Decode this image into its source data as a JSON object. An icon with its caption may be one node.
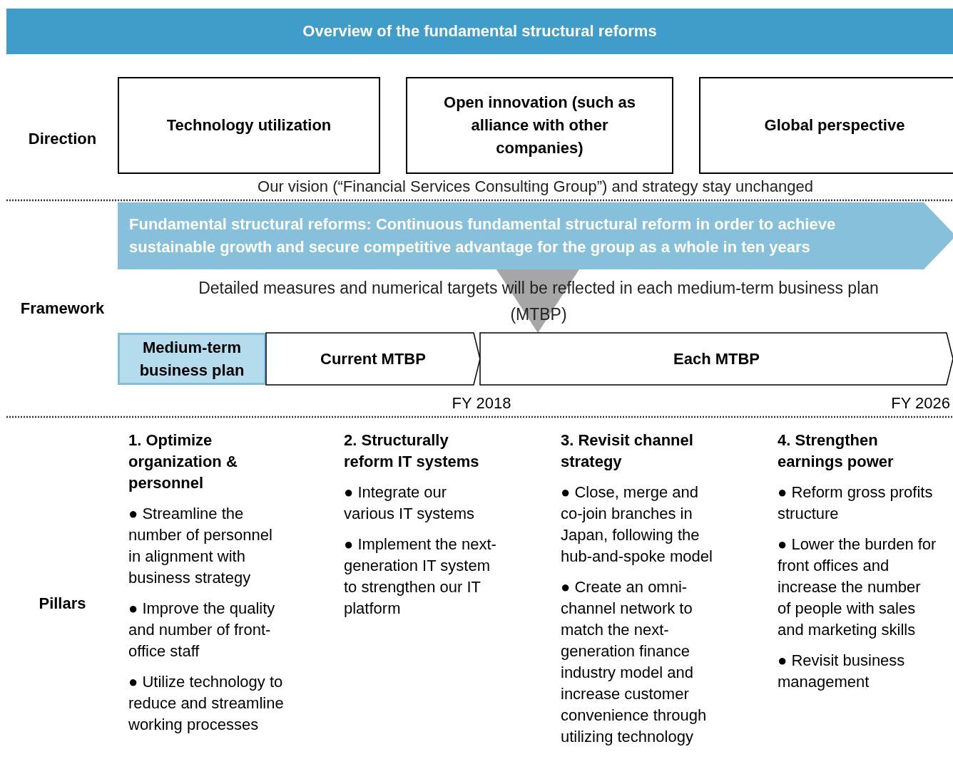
{
  "diagram": {
    "title": "Overview of the fundamental structural reforms",
    "nodes": [
      {
        "text": [
          "Technology utilization"
        ]
      },
      {
        "text": [
          "Open innovation (such as alliance with other companies)"
        ]
      },
      {
        "text": [
          "Global perspective"
        ]
      },
      {
        "text": [
          "Fundamental structural reforms: Continuous fundamental structural reform in order to achieve sustainable growth and secure competitive advantage for the group as a whole in ten years"
        ]
      },
      {
        "text": [
          "Medium-term business plan"
        ]
      },
      {
        "text": [
          "Current MTBP"
        ]
      },
      {
        "text": [
          "Each MTBP"
        ]
      }
    ],
    "edges": [
      {
        "from": 3,
        "to": 6,
        "arrow": "to",
        "color": "#a6a6a6"
      }
    ],
    "labels": [
      "Direction",
      "Our vision (“Financial Services Consulting Group”) and strategy stay unchanged",
      "Framework",
      "Detailed measures and numerical targets will be reflected in each medium-term business plan (MTBP)",
      "FY 2018",
      "FY 2026",
      "Pillars",
      "1. Optimize organization & personnel",
      "● Streamline the number of personnel in alignment with business strategy",
      "● Improve the quality and number of front-office staff",
      "● Utilize technology to reduce and streamline working processes",
      "2. Structurally reform IT systems",
      "● Integrate our various IT systems",
      "● Implement the next-generation IT system to strengthen our IT platform",
      "3. Revisit channel strategy",
      "● Close, merge and co-join branches in Japan, following the hub-and-spoke model",
      "● Create an omni-channel network to match the next-generation finance industry model and increase customer convenience through utilizing technology",
      "4. Strengthen earnings power",
      "● Reform gross profits structure",
      "● Lower the burden for front offices and increase the number of people with sales and marketing skills",
      "● Revisit business management"
    ]
  }
}
